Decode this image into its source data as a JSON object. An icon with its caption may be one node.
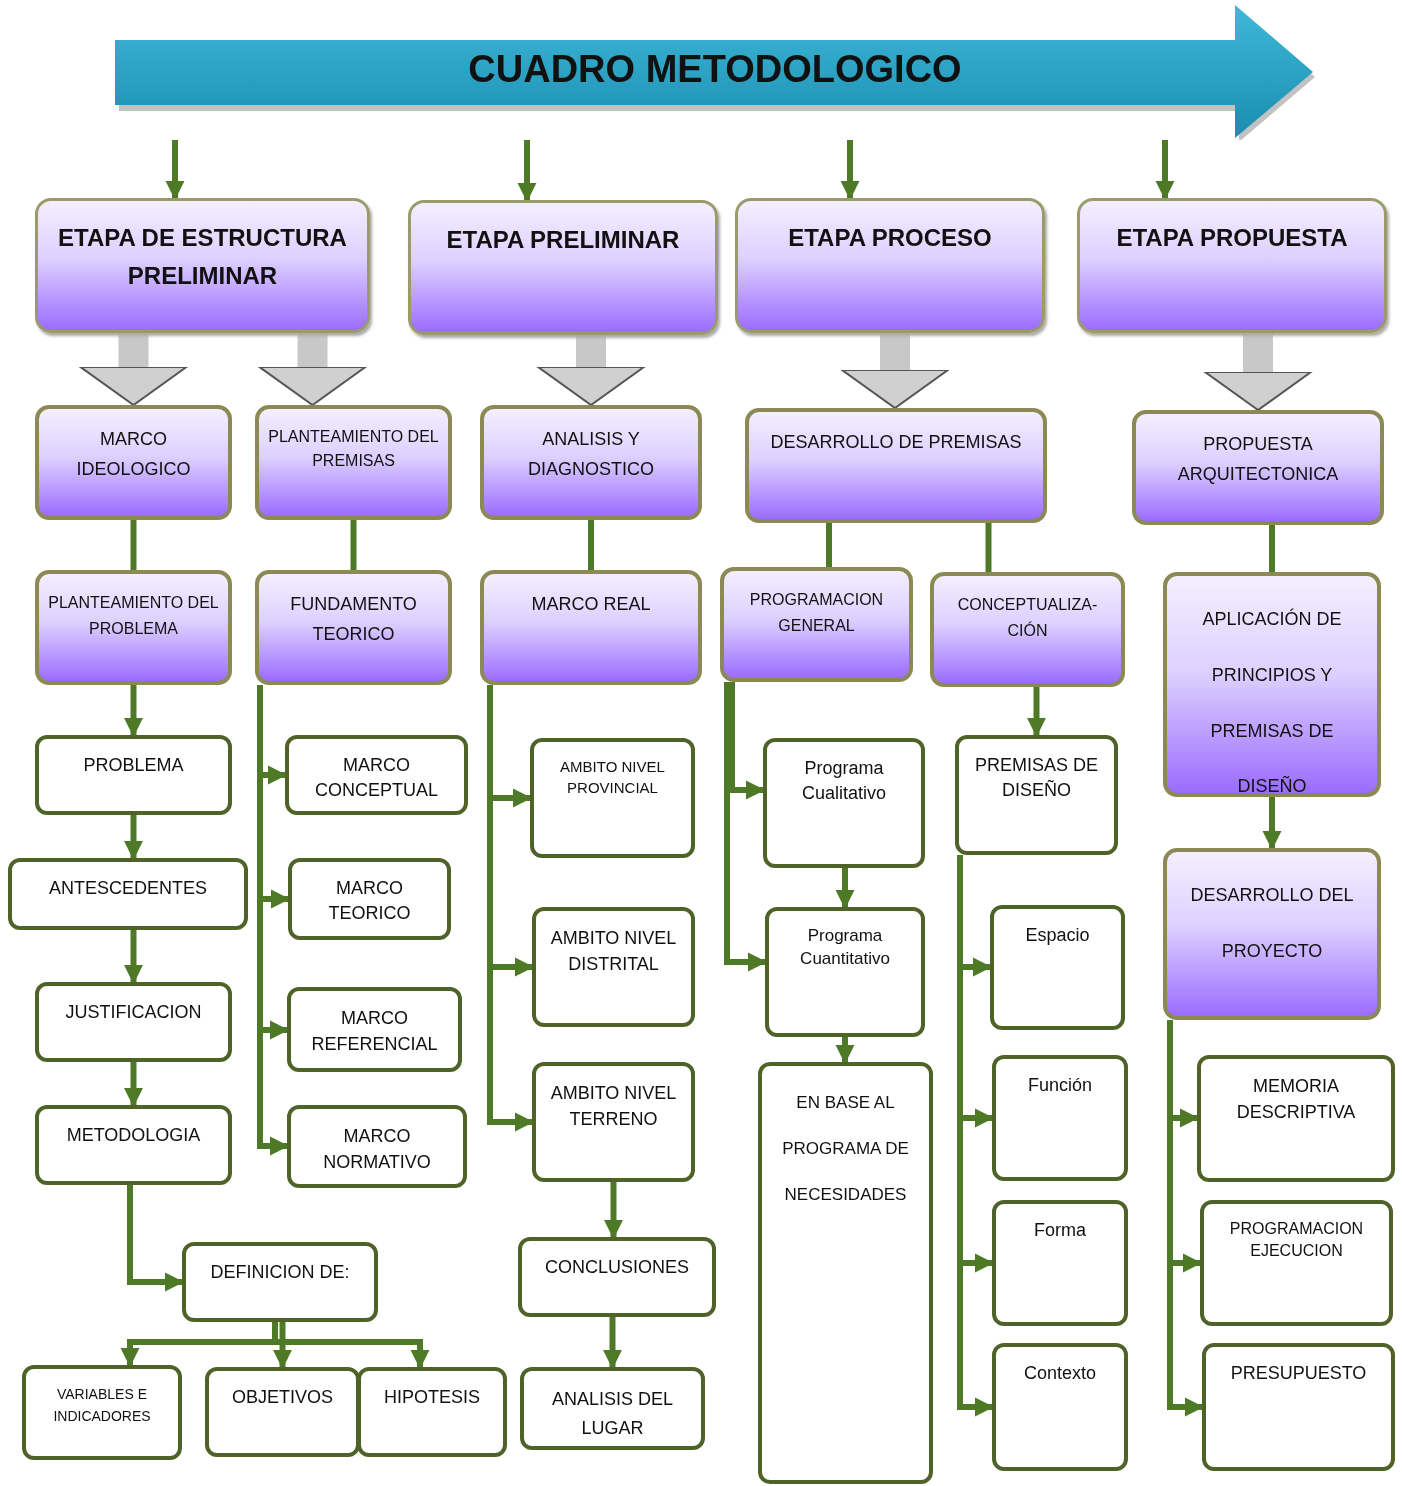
{
  "diagram": {
    "nodes": [
      {
        "text": [
          "CUADRO METODOLOGICO"
        ]
      },
      {
        "text": [
          "ETAPA DE ESTRUCTURA PRELIMINAR"
        ]
      },
      {
        "text": [
          "ETAPA PRELIMINAR"
        ]
      },
      {
        "text": [
          "ETAPA PROCESO"
        ]
      },
      {
        "text": [
          "ETAPA PROPUESTA"
        ]
      },
      {
        "text": [
          "MARCO IDEOLOGICO"
        ]
      },
      {
        "text": [
          "PLANTEAMIENTO DEL PREMISAS"
        ]
      },
      {
        "text": [
          "ANALISIS Y DIAGNOSTICO"
        ]
      },
      {
        "text": [
          "DESARROLLO DE PREMISAS"
        ]
      },
      {
        "text": [
          "PROPUESTA ARQUITECTONICA"
        ]
      },
      {
        "text": [
          "PLANTEAMIENTO DEL PROBLEMA"
        ]
      },
      {
        "text": [
          "FUNDAMENTO TEORICO"
        ]
      },
      {
        "text": [
          "MARCO REAL"
        ]
      },
      {
        "text": [
          "PROGRAMACION GENERAL"
        ]
      },
      {
        "text": [
          "CONCEPTUALIZA- CIÓN"
        ]
      },
      {
        "text": [
          "APLICACIÓN DE PRINCIPIOS Y PREMISAS DE DISEÑO"
        ]
      },
      {
        "text": [
          "PROBLEMA"
        ]
      },
      {
        "text": [
          "MARCO CONCEPTUAL"
        ]
      },
      {
        "text": [
          "AMBITO NIVEL PROVINCIAL"
        ]
      },
      {
        "text": [
          "Programa Cualitativo"
        ]
      },
      {
        "text": [
          "PREMISAS DE DISEÑO"
        ]
      },
      {
        "text": [
          "ANTESCEDENTES"
        ]
      },
      {
        "text": [
          "MARCO TEORICO"
        ]
      },
      {
        "text": [
          "AMBITO NIVEL DISTRITAL"
        ]
      },
      {
        "text": [
          "Programa Cuantitativo"
        ]
      },
      {
        "text": [
          "Espacio"
        ]
      },
      {
        "text": [
          "DESARROLLO DEL PROYECTO"
        ]
      },
      {
        "text": [
          "JUSTIFICACION"
        ]
      },
      {
        "text": [
          "MARCO REFERENCIAL"
        ]
      },
      {
        "text": [
          "AMBITO NIVEL TERRENO"
        ]
      },
      {
        "text": [
          "EN BASE AL PROGRAMA DE NECESIDADES"
        ]
      },
      {
        "text": [
          "Función"
        ]
      },
      {
        "text": [
          "MEMORIA DESCRIPTIVA"
        ]
      },
      {
        "text": [
          "METODOLOGIA"
        ]
      },
      {
        "text": [
          "MARCO NORMATIVO"
        ]
      },
      {
        "text": [
          "Forma"
        ]
      },
      {
        "text": [
          "PROGRAMACION EJECUCION"
        ]
      },
      {
        "text": [
          "DEFINICION DE:"
        ]
      },
      {
        "text": [
          "CONCLUSIONES"
        ]
      },
      {
        "text": [
          "Contexto"
        ]
      },
      {
        "text": [
          "PRESUPUESTO"
        ]
      },
      {
        "text": [
          "VARIABLES E INDICADORES"
        ]
      },
      {
        "text": [
          "OBJETIVOS"
        ]
      },
      {
        "text": [
          "HIPOTESIS"
        ]
      },
      {
        "text": [
          "ANALISIS DEL LUGAR"
        ]
      }
    ],
    "edges": [
      {
        "from": 0,
        "to": 1,
        "arrow": "to"
      },
      {
        "from": 0,
        "to": 2,
        "arrow": "to"
      },
      {
        "from": 0,
        "to": 3,
        "arrow": "to"
      },
      {
        "from": 0,
        "to": 4,
        "arrow": "to"
      },
      {
        "from": 1,
        "to": 5,
        "arrow": "to",
        "style": "thick",
        "color": "#c8c8c8"
      },
      {
        "from": 1,
        "to": 6,
        "arrow": "to",
        "style": "thick",
        "color": "#c8c8c8"
      },
      {
        "from": 2,
        "to": 7,
        "arrow": "to",
        "style": "thick",
        "color": "#c8c8c8"
      },
      {
        "from": 3,
        "to": 8,
        "arrow": "to",
        "style": "thick",
        "color": "#c8c8c8"
      },
      {
        "from": 4,
        "to": 9,
        "arrow": "to",
        "style": "thick",
        "color": "#c8c8c8"
      },
      {
        "from": 5,
        "to": 10,
        "arrow": "none"
      },
      {
        "from": 6,
        "to": 11,
        "arrow": "none"
      },
      {
        "from": 7,
        "to": 12,
        "arrow": "none"
      },
      {
        "from": 8,
        "to": 13,
        "arrow": "none"
      },
      {
        "from": 8,
        "to": 14,
        "arrow": "none"
      },
      {
        "from": 9,
        "to": 15,
        "arrow": "none"
      },
      {
        "from": 10,
        "to": 16,
        "arrow": "to"
      },
      {
        "from": 16,
        "to": 21,
        "arrow": "to"
      },
      {
        "from": 21,
        "to": 27,
        "arrow": "to"
      },
      {
        "from": 27,
        "to": 33,
        "arrow": "to"
      },
      {
        "from": 33,
        "to": 37,
        "arrow": "to"
      },
      {
        "from": 37,
        "to": 41,
        "arrow": "to"
      },
      {
        "from": 37,
        "to": 42,
        "arrow": "to"
      },
      {
        "from": 37,
        "to": 43,
        "arrow": "to"
      },
      {
        "from": 11,
        "to": 17,
        "arrow": "to"
      },
      {
        "from": 11,
        "to": 22,
        "arrow": "to"
      },
      {
        "from": 11,
        "to": 28,
        "arrow": "to"
      },
      {
        "from": 11,
        "to": 34,
        "arrow": "to"
      },
      {
        "from": 12,
        "to": 18,
        "arrow": "to"
      },
      {
        "from": 12,
        "to": 23,
        "arrow": "to"
      },
      {
        "from": 12,
        "to": 29,
        "arrow": "to"
      },
      {
        "from": 29,
        "to": 38,
        "arrow": "to"
      },
      {
        "from": 38,
        "to": 44,
        "arrow": "to"
      },
      {
        "from": 13,
        "to": 19,
        "arrow": "to"
      },
      {
        "from": 13,
        "to": 24,
        "arrow": "to"
      },
      {
        "from": 19,
        "to": 24,
        "arrow": "to"
      },
      {
        "from": 24,
        "to": 30,
        "arrow": "to"
      },
      {
        "from": 14,
        "to": 20,
        "arrow": "to"
      },
      {
        "from": 20,
        "to": 25,
        "arrow": "to"
      },
      {
        "from": 20,
        "to": 31,
        "arrow": "to"
      },
      {
        "from": 20,
        "to": 35,
        "arrow": "to"
      },
      {
        "from": 20,
        "to": 39,
        "arrow": "to"
      },
      {
        "from": 15,
        "to": 26,
        "arrow": "to"
      },
      {
        "from": 26,
        "to": 32,
        "arrow": "to"
      },
      {
        "from": 26,
        "to": 36,
        "arrow": "to"
      },
      {
        "from": 26,
        "to": 40,
        "arrow": "to"
      }
    ]
  }
}
